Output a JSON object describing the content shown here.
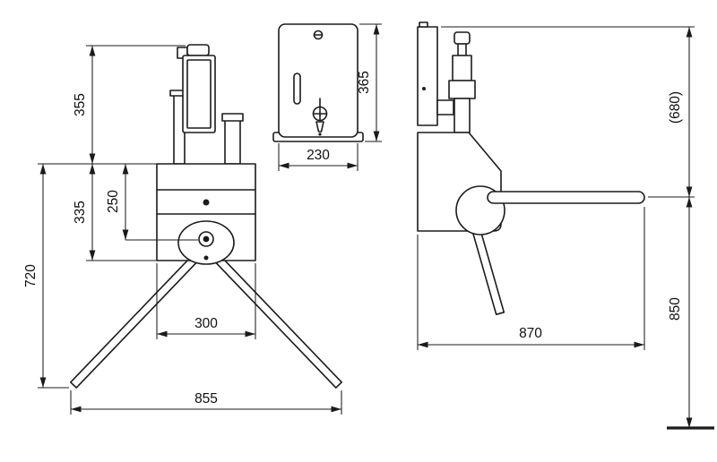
{
  "drawing": {
    "kind": "turnstile dimension drawing",
    "line_color": "#1b1b1b",
    "background": "#ffffff"
  },
  "dims": {
    "front": {
      "upper": "355",
      "mid": "335",
      "hub": "250",
      "column": "720",
      "body_width": "300",
      "base_span": "855"
    },
    "dispenser": {
      "height": "365",
      "width": "230"
    },
    "side": {
      "upper": "(680)",
      "lower": "850",
      "reach": "870"
    }
  }
}
